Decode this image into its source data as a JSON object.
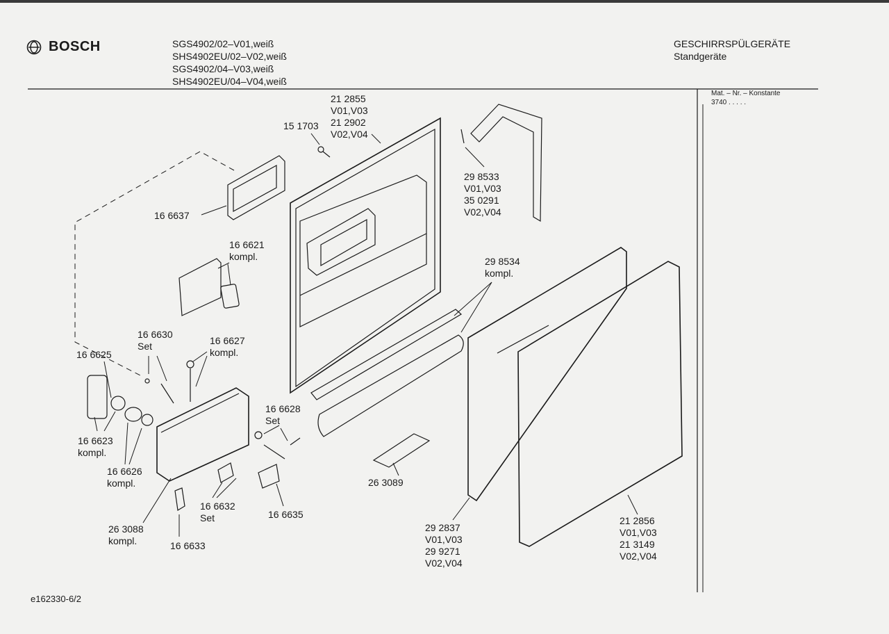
{
  "brand": {
    "name": "BOSCH"
  },
  "models": [
    "SGS4902/02–V01,weiß",
    "SHS4902EU/02–V02,weiß",
    "SGS4902/04–V03,weiß",
    "SHS4902EU/04–V04,weiß"
  ],
  "category": {
    "line1": "GESCHIRRSPÜLGERÄTE",
    "line2": "Standgeräte"
  },
  "matnr": {
    "label": "Mat. – Nr. – Konstante",
    "value": "3740",
    "dots": ". . . . ."
  },
  "footer": {
    "code": "e162330-6/2"
  },
  "parts": [
    {
      "id": "p_212855",
      "lines": [
        "21 2855",
        "V01,V03",
        "21 2902",
        "V02,V04"
      ]
    },
    {
      "id": "p_151703",
      "lines": [
        "15 1703"
      ]
    },
    {
      "id": "p_298533",
      "lines": [
        "29 8533",
        "V01,V03",
        "35 0291",
        "V02,V04"
      ]
    },
    {
      "id": "p_166637",
      "lines": [
        "16 6637"
      ]
    },
    {
      "id": "p_166621",
      "lines": [
        "16 6621",
        "kompl."
      ]
    },
    {
      "id": "p_298534",
      "lines": [
        "29 8534",
        "kompl."
      ]
    },
    {
      "id": "p_166630",
      "lines": [
        "16 6630",
        "Set"
      ]
    },
    {
      "id": "p_166627",
      "lines": [
        "16 6627",
        "kompl."
      ]
    },
    {
      "id": "p_166625",
      "lines": [
        "16 6625"
      ]
    },
    {
      "id": "p_166628",
      "lines": [
        "16 6628",
        "Set"
      ]
    },
    {
      "id": "p_166623",
      "lines": [
        "16 6623",
        "kompl."
      ]
    },
    {
      "id": "p_166626",
      "lines": [
        "16 6626",
        "kompl."
      ]
    },
    {
      "id": "p_263089",
      "lines": [
        "26 3089"
      ]
    },
    {
      "id": "p_166632",
      "lines": [
        "16 6632",
        "Set"
      ]
    },
    {
      "id": "p_166635",
      "lines": [
        "16 6635"
      ]
    },
    {
      "id": "p_263088",
      "lines": [
        "26 3088",
        "kompl."
      ]
    },
    {
      "id": "p_166633",
      "lines": [
        "16 6633"
      ]
    },
    {
      "id": "p_292837",
      "lines": [
        "29 2837",
        "V01,V03",
        "29 9271",
        "V02,V04"
      ]
    },
    {
      "id": "p_212856",
      "lines": [
        "21 2856",
        "V01,V03",
        "21 3149",
        "V02,V04"
      ]
    }
  ]
}
